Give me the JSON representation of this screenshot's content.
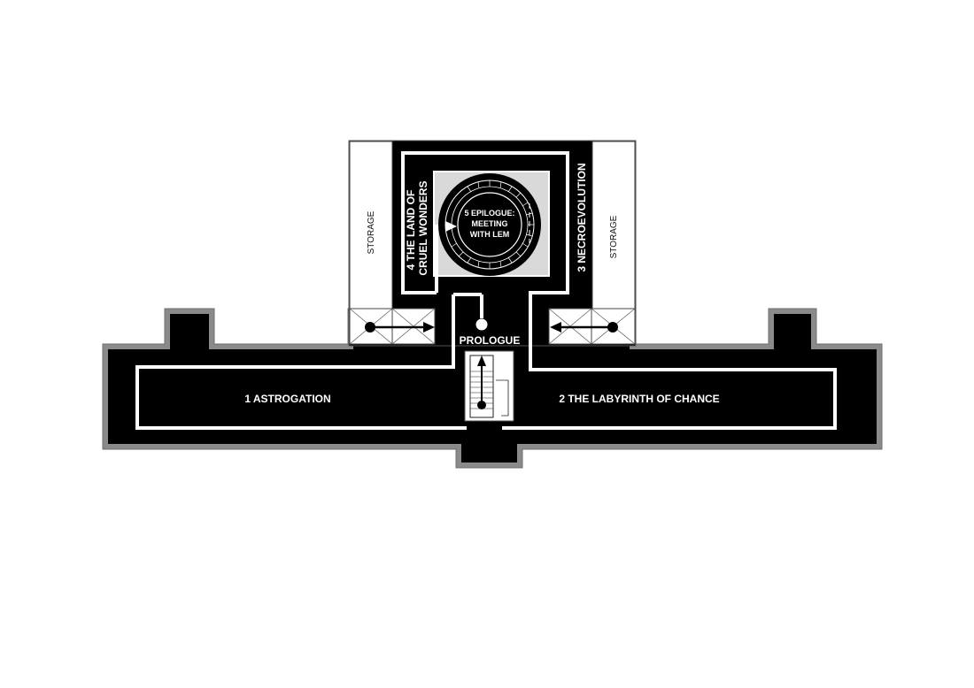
{
  "rooms": {
    "prologue": "PROLOGUE",
    "astrogation": "1  ASTROGATION",
    "labyrinth": "2  THE LABYRINTH  OF CHANCE",
    "necroevolution": "3  NECROEVOLUTION",
    "land_of_wonders_line1": "4  THE LAND OF",
    "land_of_wonders_line2": "CRUEL WONDERS",
    "epilogue_line1": "5  EPILOGUE:",
    "epilogue_line2": "MEETING",
    "epilogue_line3": "WITH LEM"
  },
  "storage": {
    "left": "STORAGE",
    "right": "STORAGE"
  },
  "colors": {
    "wall": "#8a8a8a",
    "floor": "#000000",
    "path": "#ffffff",
    "storage": "#ffffff"
  }
}
